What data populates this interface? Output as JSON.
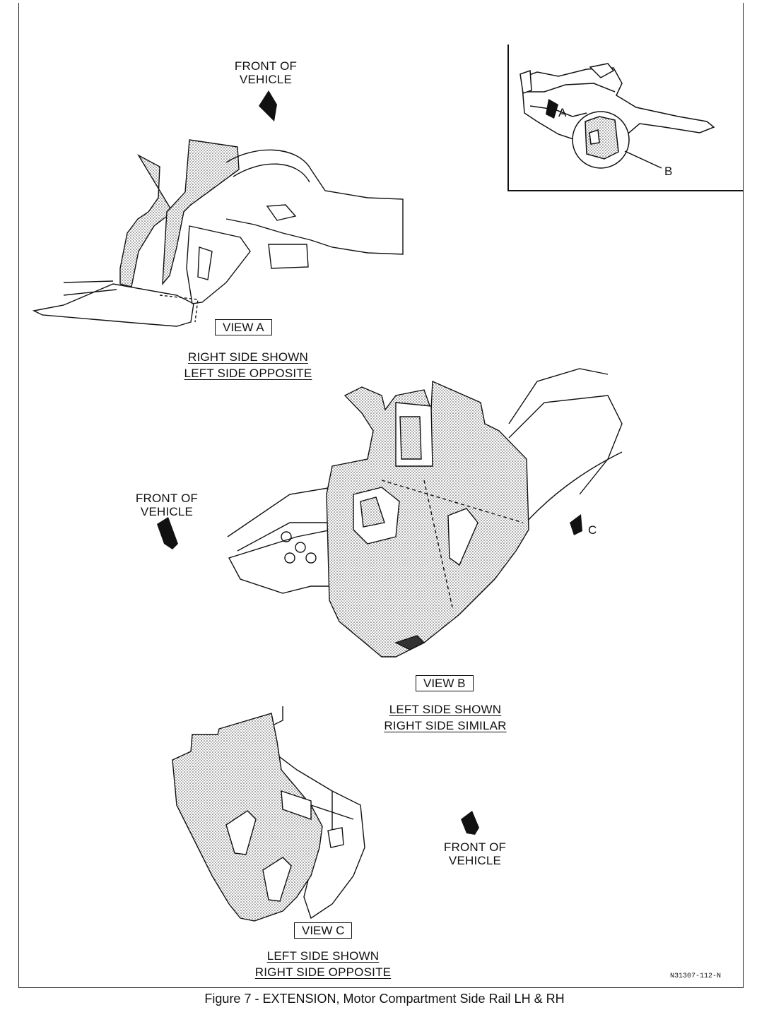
{
  "view_a": {
    "front_line1": "FRONT OF",
    "front_line2": "VEHICLE",
    "view_label": "VIEW A",
    "side_line1": "RIGHT SIDE SHOWN",
    "side_line2": "LEFT SIDE OPPOSITE"
  },
  "inset": {
    "callout_a": "A",
    "callout_b": "B"
  },
  "view_b": {
    "front_line1": "FRONT OF",
    "front_line2": "VEHICLE",
    "callout_c": "C",
    "view_label": "VIEW B",
    "side_line1": "LEFT SIDE SHOWN",
    "side_line2": "RIGHT SIDE SIMILAR"
  },
  "view_c": {
    "front_line1": "FRONT OF",
    "front_line2": "VEHICLE",
    "view_label": "VIEW C",
    "side_line1": "LEFT SIDE SHOWN",
    "side_line2": "RIGHT SIDE OPPOSITE"
  },
  "figure_code": "N31307-112-N",
  "caption": "Figure 7 - EXTENSION, Motor Compartment Side Rail LH & RH"
}
